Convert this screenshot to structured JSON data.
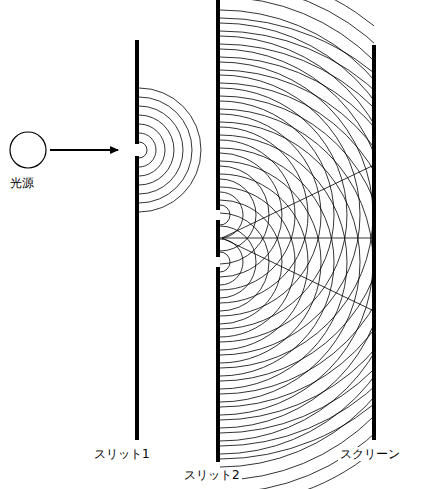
{
  "diagram": {
    "labels": [
      "光源",
      "スリット1",
      "スリット2",
      "スクリーン"
    ]
  }
}
